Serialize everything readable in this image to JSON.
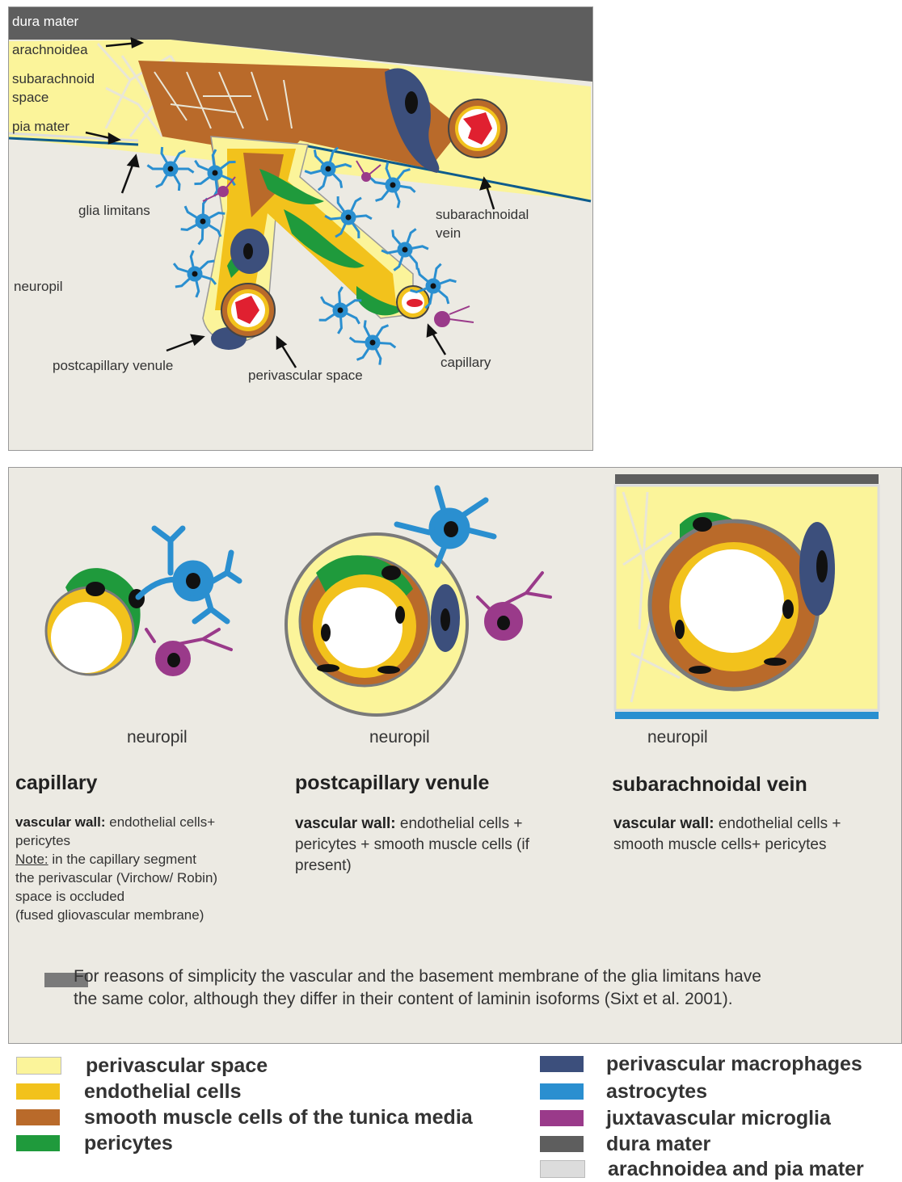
{
  "top_labels": {
    "dura_mater": "dura mater",
    "arachnoidea": "arachnoidea",
    "subarachnoid_space_1": "subarachnoid",
    "subarachnoid_space_2": "space",
    "pia_mater": "pia mater",
    "glia_limitans": "glia limitans",
    "subarachnoidal_vein_1": "subarachnoidal",
    "subarachnoidal_vein_2": "vein",
    "neuropil": "neuropil",
    "postcapillary_venule": "postcapillary venule",
    "perivascular_space": "perivascular space",
    "capillary": "capillary"
  },
  "panels": [
    {
      "neuropil": "neuropil",
      "title": "capillary",
      "wall_label": "vascular wall:",
      "wall_text_1": " endothelial cells+",
      "wall_text_2": "pericytes",
      "note_label": "Note:",
      "note_text_1": " in the capillary segment",
      "note_text_2": "the perivascular (Virchow/ Robin)",
      "note_text_3": "space is  occluded",
      "note_text_4": "(fused gliovascular membrane)"
    },
    {
      "neuropil": "neuropil",
      "title": "postcapillary venule",
      "wall_label": "vascular wall:",
      "wall_text_1": " endothelial cells +",
      "wall_text_2": "pericytes + smooth muscle cells (if",
      "wall_text_3": "present)"
    },
    {
      "neuropil": "neuropil",
      "title": "subarachnoidal vein",
      "wall_label": "vascular wall:",
      "wall_text_1": " endothelial cells +",
      "wall_text_2": "smooth muscle cells+ pericytes"
    }
  ],
  "footnote_1": "For reasons of simplicity the vascular and the basement membrane of the glia limitans have",
  "footnote_2": "the same color, although they differ in their content of laminin isoforms (Sixt et al. 2001).",
  "legend_left": [
    {
      "label": "perivascular space",
      "color": "#fbf49a"
    },
    {
      "label": "endothelial cells",
      "color": "#f2c21c"
    },
    {
      "label": "smooth muscle cells of the tunica media",
      "color": "#b96a2a"
    },
    {
      "label": "pericytes",
      "color": "#1f9a3c"
    }
  ],
  "legend_right": [
    {
      "label": "perivascular macrophages",
      "color": "#3c4f7c"
    },
    {
      "label": "astrocytes",
      "color": "#2a8fd0"
    },
    {
      "label": "juxtavascular microglia",
      "color": "#9a3a8a"
    },
    {
      "label": "dura mater",
      "color": "#5e5e5e"
    },
    {
      "label": "arachnoidea and pia mater",
      "color": "#dcdcdc"
    }
  ],
  "colors": {
    "background": "#eceae3",
    "perivascular": "#fbf49a",
    "endothelial": "#f2c21c",
    "smooth_muscle": "#b96a2a",
    "pericyte": "#1f9a3c",
    "macrophage": "#3c4f7c",
    "astrocyte": "#2a8fd0",
    "microglia": "#9a3a8a",
    "dura": "#5e5e5e",
    "membrane": "#7a7a7a",
    "erythrocyte": "#e02030"
  }
}
